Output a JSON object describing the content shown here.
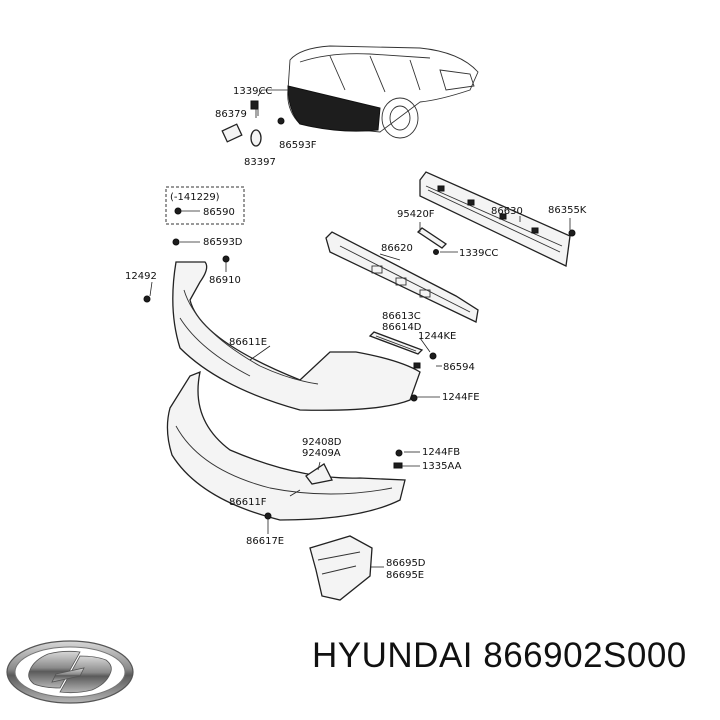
{
  "labels": {
    "p1339cc_a": "1339CC",
    "p86379": "86379",
    "p86593f": "86593F",
    "p83397": "83397",
    "date_code": "(-141229)",
    "p86590": "86590",
    "p86593d": "86593D",
    "p12492": "12492",
    "p86910": "86910",
    "p95420f": "95420F",
    "p86630": "86630",
    "p86355k": "86355K",
    "p86620": "86620",
    "p1339cc_b": "1339CC",
    "p86613c": "86613C",
    "p86614d": "86614D",
    "p1244ke": "1244KE",
    "p86611e": "86611E",
    "p86594": "86594",
    "p1244fe": "1244FE",
    "p92408d": "92408D",
    "p92409a": "92409A",
    "p1244fb": "1244FB",
    "p1335aa": "1335AA",
    "p86611f": "86611F",
    "p86617e": "86617E",
    "p86695d": "86695D",
    "p86695e": "86695E"
  },
  "footer": {
    "brand_part_number": "HYUNDAI 866902S000"
  },
  "icons": {
    "logo": "hyundai-logo-icon"
  },
  "colors": {
    "ink": "#111111",
    "part_fill": "#f4f4f4",
    "background": "#ffffff"
  }
}
